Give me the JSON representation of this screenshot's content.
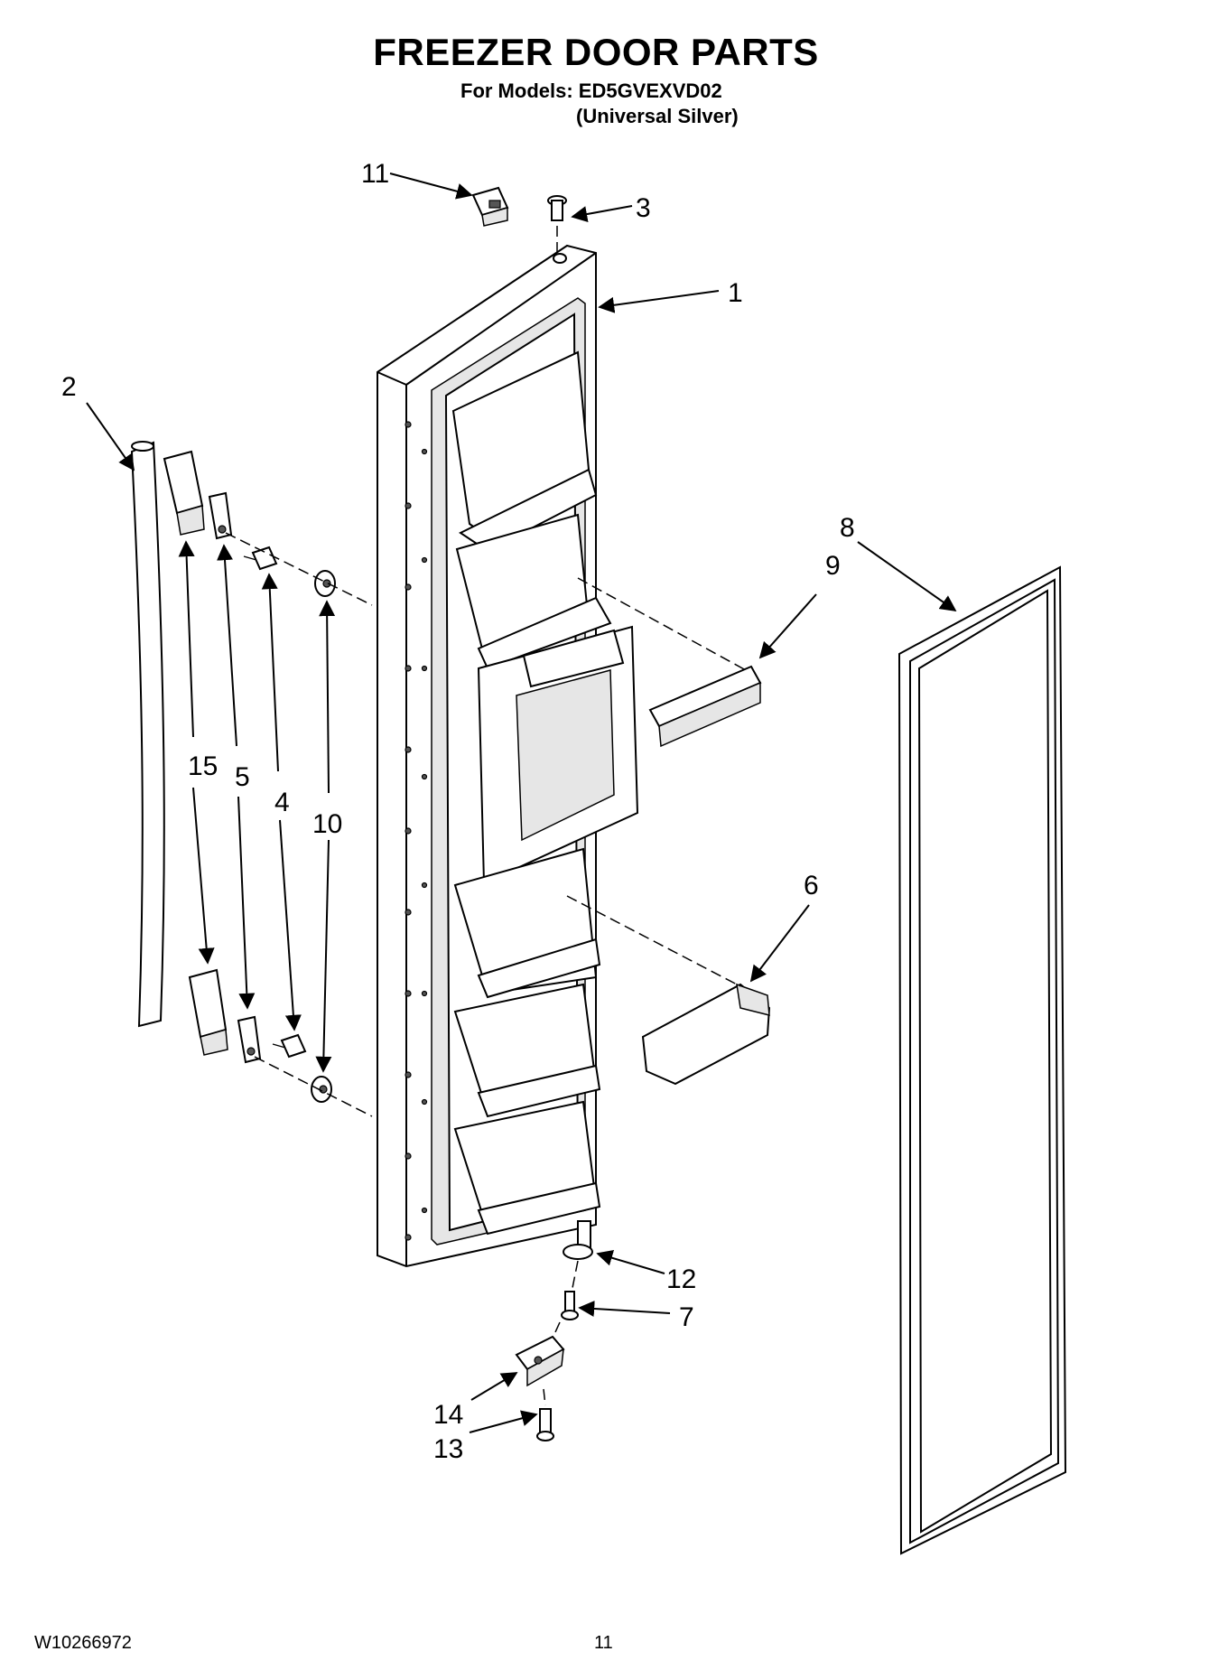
{
  "header": {
    "title": "FREEZER DOOR PARTS",
    "models": "For Models: ED5GVEXVD02",
    "variant": "(Universal Silver)"
  },
  "callouts": {
    "c1": "1",
    "c2": "2",
    "c3": "3",
    "c4": "4",
    "c5": "5",
    "c6": "6",
    "c7": "7",
    "c8": "8",
    "c9": "9",
    "c10": "10",
    "c11": "11",
    "c12": "12",
    "c13": "13",
    "c14": "14",
    "c15": "15"
  },
  "footer": {
    "doc_number": "W10266972",
    "page_number": "11"
  }
}
